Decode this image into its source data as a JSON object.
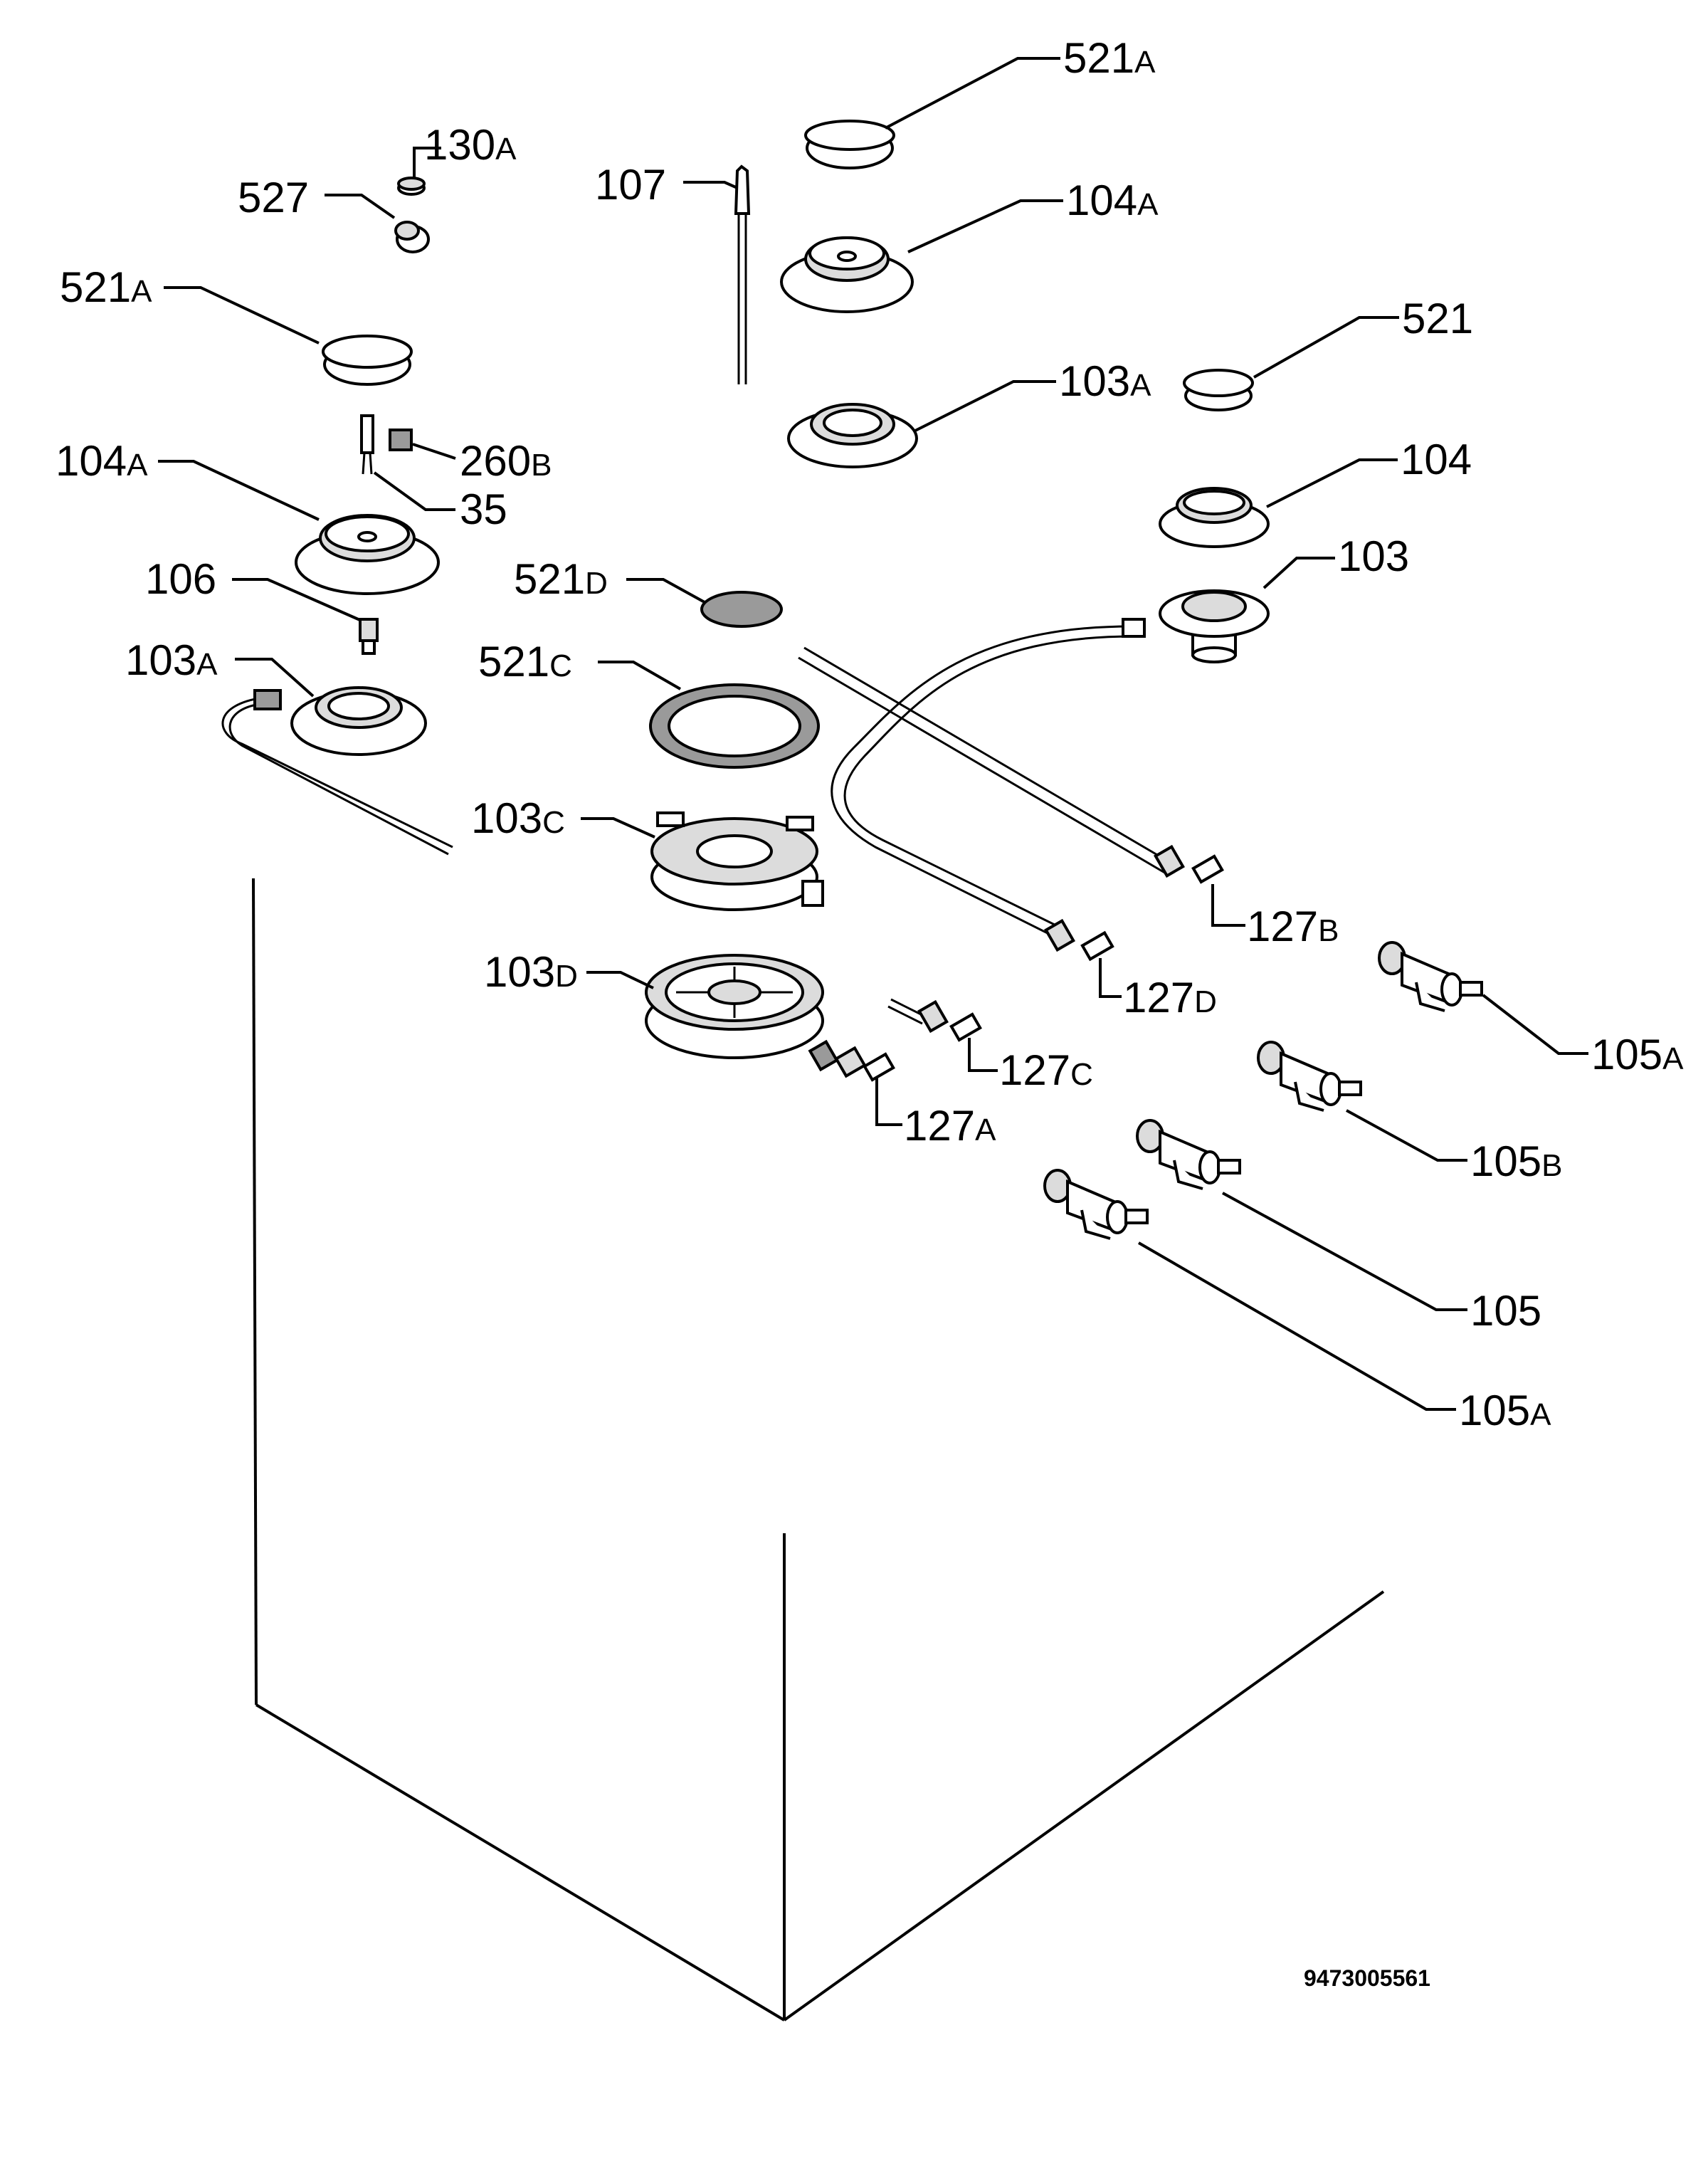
{
  "diagram": {
    "labels": {
      "l_521a_top": {
        "num": "521",
        "suf": "A"
      },
      "l_130a": {
        "num": "130",
        "suf": "A"
      },
      "l_107": {
        "num": "107",
        "suf": ""
      },
      "l_527": {
        "num": "527",
        "suf": ""
      },
      "l_104a_top": {
        "num": "104",
        "suf": "A"
      },
      "l_521a_left": {
        "num": "521",
        "suf": "A"
      },
      "l_521": {
        "num": "521",
        "suf": ""
      },
      "l_103a_top": {
        "num": "103",
        "suf": "A"
      },
      "l_104a_left": {
        "num": "104",
        "suf": "A"
      },
      "l_260b": {
        "num": "260",
        "suf": "B"
      },
      "l_104": {
        "num": "104",
        "suf": ""
      },
      "l_35": {
        "num": "35",
        "suf": ""
      },
      "l_103": {
        "num": "103",
        "suf": ""
      },
      "l_106": {
        "num": "106",
        "suf": ""
      },
      "l_521d": {
        "num": "521",
        "suf": "D"
      },
      "l_521c": {
        "num": "521",
        "suf": "C"
      },
      "l_103a_left": {
        "num": "103",
        "suf": "A"
      },
      "l_103c": {
        "num": "103",
        "suf": "C"
      },
      "l_127b": {
        "num": "127",
        "suf": "B"
      },
      "l_103d": {
        "num": "103",
        "suf": "D"
      },
      "l_127d": {
        "num": "127",
        "suf": "D"
      },
      "l_105a_right": {
        "num": "105",
        "suf": "A"
      },
      "l_127c": {
        "num": "127",
        "suf": "C"
      },
      "l_127a": {
        "num": "127",
        "suf": "A"
      },
      "l_105b": {
        "num": "105",
        "suf": "B"
      },
      "l_105": {
        "num": "105",
        "suf": ""
      },
      "l_105a_bottom": {
        "num": "105",
        "suf": "A"
      }
    },
    "drawing_code": "9473005561"
  }
}
